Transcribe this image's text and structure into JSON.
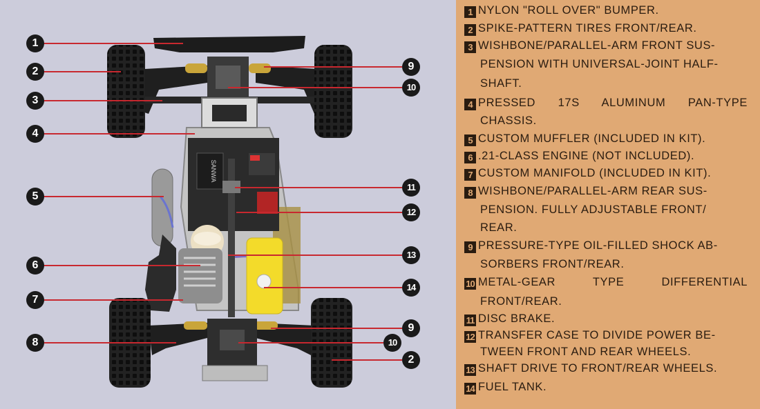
{
  "callouts": {
    "c1": "1",
    "c2": "2",
    "c3": "3",
    "c4": "4",
    "c5": "5",
    "c6": "6",
    "c7": "7",
    "c8": "8",
    "c9": "9",
    "c10": "10",
    "c11": "11",
    "c12": "12",
    "c13": "13",
    "c14": "14"
  },
  "car_labels": {
    "servo_brand": "SANWA"
  },
  "legend": [
    {
      "num": "1",
      "lines": [
        "NYLON \"ROLL OVER\" BUMPER."
      ]
    },
    {
      "num": "2",
      "lines": [
        "SPIKE-PATTERN TIRES FRONT/REAR."
      ]
    },
    {
      "num": "3",
      "lines": [
        "WISHBONE/PARALLEL-ARM FRONT SUS-",
        "PENSION WITH UNIVERSAL-JOINT HALF-",
        "SHAFT."
      ]
    },
    {
      "num": "4",
      "lines": [
        "PRESSED 17S ALUMINUM PAN-TYPE",
        "CHASSIS."
      ]
    },
    {
      "num": "5",
      "lines": [
        "CUSTOM MUFFLER (INCLUDED IN KIT)."
      ]
    },
    {
      "num": "6",
      "lines": [
        ".21-CLASS ENGINE (NOT INCLUDED)."
      ]
    },
    {
      "num": "7",
      "lines": [
        "CUSTOM MANIFOLD (INCLUDED IN KIT)."
      ]
    },
    {
      "num": "8",
      "lines": [
        "WISHBONE/PARALLEL-ARM REAR SUS-",
        "PENSION. FULLY ADJUSTABLE FRONT/",
        "REAR."
      ]
    },
    {
      "num": "9",
      "lines": [
        "PRESSURE-TYPE OIL-FILLED SHOCK AB-",
        "SORBERS FRONT/REAR."
      ]
    },
    {
      "num": "10",
      "lines": [
        "METAL-GEAR TYPE DIFFERENTIAL",
        "FRONT/REAR."
      ]
    },
    {
      "num": "11",
      "lines": [
        "DISC BRAKE."
      ]
    },
    {
      "num": "12",
      "lines": [
        "TRANSFER CASE TO DIVIDE POWER BE-",
        "TWEEN FRONT AND REAR WHEELS."
      ]
    },
    {
      "num": "13",
      "lines": [
        "SHAFT DRIVE TO FRONT/REAR WHEELS."
      ]
    },
    {
      "num": "14",
      "lines": [
        "FUEL TANK."
      ]
    }
  ],
  "colors": {
    "photo_bg": "#ccccdb",
    "legend_bg": "#e0a974",
    "leader_line": "#c8282f",
    "callout_fill": "#1a1a1a",
    "text": "#2a1c10"
  }
}
